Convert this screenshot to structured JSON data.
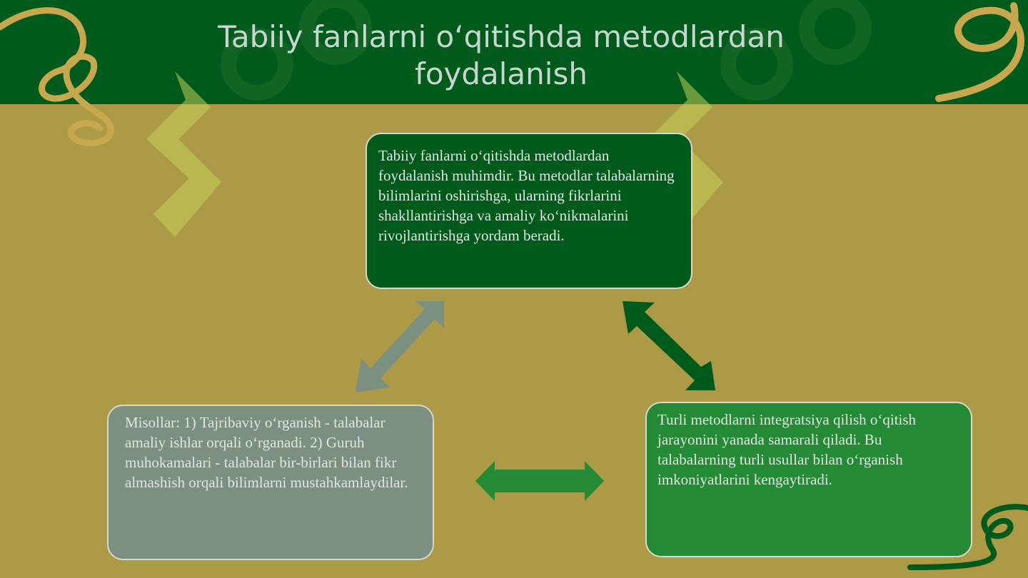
{
  "slide": {
    "title": "Tabiiy fanlarni o‘qitishda metodlardan foydalanish",
    "colors": {
      "background": "#ad9a46",
      "header": "#005a1c",
      "title_text": "#c8d6d0",
      "box_top": "#005a1c",
      "box_left": "#7b9080",
      "box_right": "#248a36",
      "arrow_left": "#7a9080",
      "arrow_right": "#005a1c",
      "arrow_bottom": "#248a36",
      "ornament": "#c8a84e"
    }
  },
  "diagram": {
    "boxes": {
      "top": "Tabiiy fanlarni o‘qitishda metodlardan foydalanish muhimdir. Bu metodlar talabalarning bilimlarini oshirishga, ularning fikrlarini shakllantirishga va amaliy ko‘nikmalarini rivojlantirishga yordam beradi.",
      "left": "Misollar: 1) Tajribaviy o‘rganish - talabalar amaliy ishlar orqali o‘rganadi. 2) Guruh muhokamalari - talabalar bir-birlari bilan fikr almashish orqali bilimlarni mustahkamlaydilar.",
      "right": "Turli metodlarni integratsiya qilish o‘qitish jarayonini yanada samarali qiladi. Bu talabalarning turli usullar bilan o‘rganish imkoniyatlarini kengaytiradi."
    },
    "connectors": [
      {
        "from": "top",
        "to": "left",
        "direction": "both",
        "icon": "double-arrow-icon"
      },
      {
        "from": "top",
        "to": "right",
        "direction": "both",
        "icon": "double-arrow-icon"
      },
      {
        "from": "left",
        "to": "right",
        "direction": "both",
        "icon": "double-arrow-icon"
      }
    ]
  }
}
